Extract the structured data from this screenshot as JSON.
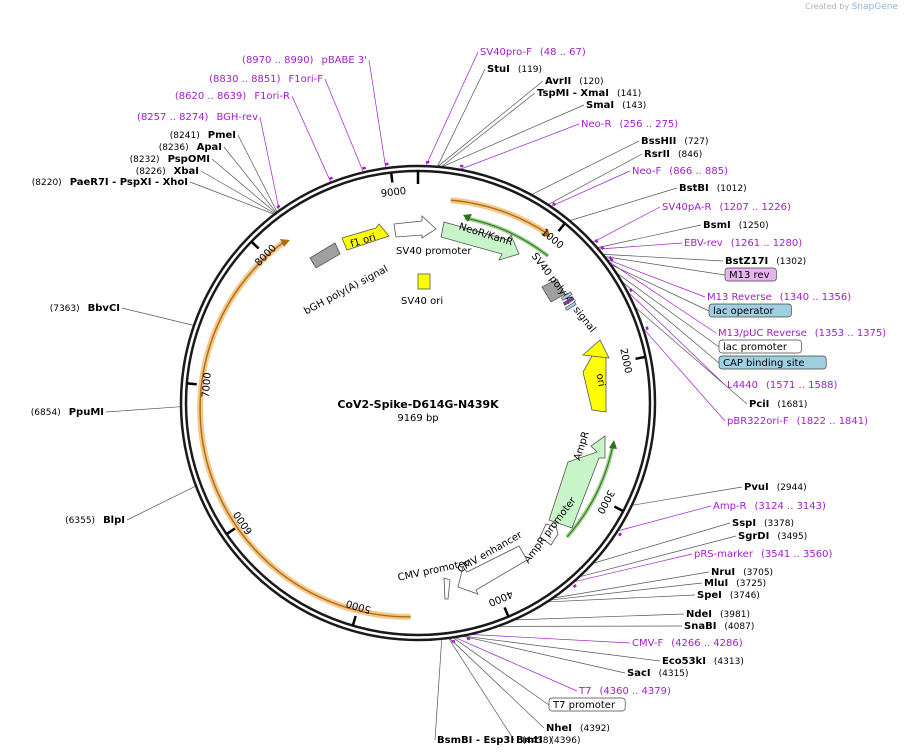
{
  "credit": {
    "prefix": "Created by",
    "brand": "SnapGene"
  },
  "plasmid": {
    "name": "CoV2-Spike-D614G-N439K",
    "length_label": "9169 bp"
  },
  "ticks": [
    "1000",
    "2000",
    "3000",
    "4000",
    "5000",
    "6000",
    "7000",
    "8000",
    "9000"
  ],
  "sites": [
    {
      "name": "StuI",
      "pos": "(119)",
      "primer": false
    },
    {
      "name": "AvrII",
      "pos": "(120)",
      "primer": false
    },
    {
      "name": "TspMI - XmaI",
      "pos": "(141)",
      "primer": false
    },
    {
      "name": "SmaI",
      "pos": "(143)",
      "primer": false
    },
    {
      "name": "Neo-R",
      "pos": "(256 .. 275)",
      "primer": true
    },
    {
      "name": "BssHII",
      "pos": "(727)",
      "primer": false
    },
    {
      "name": "RsrII",
      "pos": "(846)",
      "primer": false
    },
    {
      "name": "Neo-F",
      "pos": "(866 .. 885)",
      "primer": true
    },
    {
      "name": "BstBI",
      "pos": "(1012)",
      "primer": false
    },
    {
      "name": "SV40pA-R",
      "pos": "(1207 .. 1226)",
      "primer": true
    },
    {
      "name": "BsmI",
      "pos": "(1250)",
      "primer": false
    },
    {
      "name": "EBV-rev",
      "pos": "(1261 .. 1280)",
      "primer": true
    },
    {
      "name": "BstZ17I",
      "pos": "(1302)",
      "primer": false
    },
    {
      "name": "M13 Reverse",
      "pos": "(1340 .. 1356)",
      "primer": true
    },
    {
      "name": "M13/pUC Reverse",
      "pos": "(1353 .. 1375)",
      "primer": true
    },
    {
      "name": "L4440",
      "pos": "(1571 .. 1588)",
      "primer": true
    },
    {
      "name": "PciI",
      "pos": "(1681)",
      "primer": false
    },
    {
      "name": "pBR322ori-F",
      "pos": "(1822 .. 1841)",
      "primer": true
    },
    {
      "name": "PvuI",
      "pos": "(2944)",
      "primer": false
    },
    {
      "name": "Amp-R",
      "pos": "(3124 .. 3143)",
      "primer": true
    },
    {
      "name": "SspI",
      "pos": "(3378)",
      "primer": false
    },
    {
      "name": "SgrDI",
      "pos": "(3495)",
      "primer": false
    },
    {
      "name": "pRS-marker",
      "pos": "(3541 .. 3560)",
      "primer": true
    },
    {
      "name": "NruI",
      "pos": "(3705)",
      "primer": false
    },
    {
      "name": "MluI",
      "pos": "(3725)",
      "primer": false
    },
    {
      "name": "SpeI",
      "pos": "(3746)",
      "primer": false
    },
    {
      "name": "NdeI",
      "pos": "(3981)",
      "primer": false
    },
    {
      "name": "SnaBI",
      "pos": "(4087)",
      "primer": false
    },
    {
      "name": "CMV-F",
      "pos": "(4266 .. 4286)",
      "primer": true
    },
    {
      "name": "Eco53kI",
      "pos": "(4313)",
      "primer": false
    },
    {
      "name": "SacI",
      "pos": "(4315)",
      "primer": false
    },
    {
      "name": "T7",
      "pos": "(4360 .. 4379)",
      "primer": true
    },
    {
      "name": "NheI",
      "pos": "(4392)",
      "primer": false
    },
    {
      "name": "BmtI",
      "pos": "(4396)",
      "primer": false
    },
    {
      "name": "BsmBI - Esp3I",
      "pos": "(4438)",
      "primer": false
    },
    {
      "name": "BlpI",
      "pos": "(6355)",
      "primer": false
    },
    {
      "name": "PpuMI",
      "pos": "(6854)",
      "primer": false
    },
    {
      "name": "BbvCI",
      "pos": "(7363)",
      "primer": false
    },
    {
      "name": "PaeR7I - PspXI - XhoI",
      "pos": "(8220)",
      "primer": false
    },
    {
      "name": "XbaI",
      "pos": "(8226)",
      "primer": false
    },
    {
      "name": "PspOMI",
      "pos": "(8232)",
      "primer": false
    },
    {
      "name": "ApaI",
      "pos": "(8236)",
      "primer": false
    },
    {
      "name": "PmeI",
      "pos": "(8241)",
      "primer": false
    },
    {
      "name": "BGH-rev",
      "pos": "(8257 .. 8274)",
      "primer": true
    },
    {
      "name": "F1ori-R",
      "pos": "(8620 .. 8639)",
      "primer": true
    },
    {
      "name": "F1ori-F",
      "pos": "(8830 .. 8851)",
      "primer": true
    },
    {
      "name": "pBABE 3'",
      "pos": "(8970 .. 8990)",
      "primer": true
    },
    {
      "name": "SV40pro-F",
      "pos": "(48 .. 67)",
      "primer": true
    }
  ],
  "boxed_labels": [
    {
      "text": "M13 rev",
      "kind": "primerbox"
    },
    {
      "text": "lac operator",
      "kind": "protein"
    },
    {
      "text": "lac promoter",
      "kind": "plain"
    },
    {
      "text": "CAP binding site",
      "kind": "protein"
    },
    {
      "text": "T7 promoter",
      "kind": "plain"
    }
  ],
  "features": {
    "f1_ori": "f1 ori",
    "bgh": "bGH poly(A) signal",
    "sv40_promoter": "SV40 promoter",
    "neo": "NeoR/KanR",
    "sv40_polya": "SV40 poly(A) signal",
    "sv40_ori": "SV40 ori",
    "ori": "ori",
    "ampr": "AmpR",
    "ampr_promoter": "AmpR promoter",
    "cmv_enhancer": "CMV enhancer",
    "cmv_promoter": "CMV promoter"
  },
  "colors": {
    "primer": "#a020c8",
    "backbone": "#1a1a1a",
    "f1ori": "#ffff00",
    "neo": "#c8f5c8",
    "ampr": "#c8f5c8",
    "ori": "#ffff00",
    "polya": "#a0a0a0",
    "protein_box": "#9fcfe0",
    "primer_box": "#e8b4f0",
    "orange_arc": "#e8a84a"
  }
}
